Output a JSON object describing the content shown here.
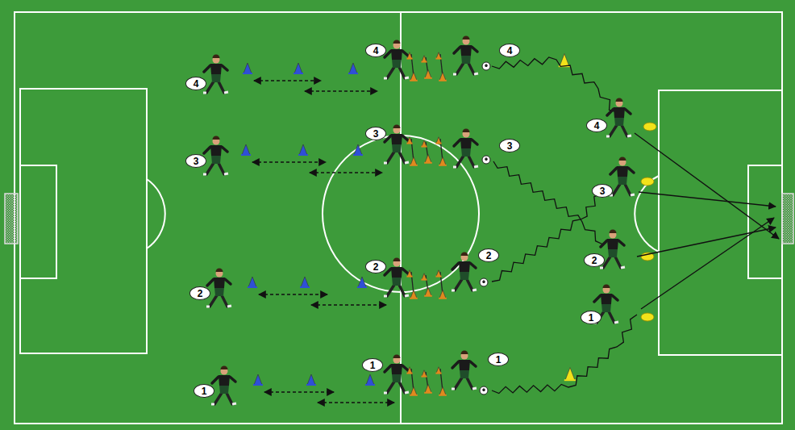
{
  "diagram": {
    "labels": [
      "4",
      "4",
      "4",
      "4",
      "3",
      "3",
      "3",
      "3",
      "2",
      "2",
      "2",
      "2",
      "1",
      "1",
      "1",
      "1"
    ]
  }
}
